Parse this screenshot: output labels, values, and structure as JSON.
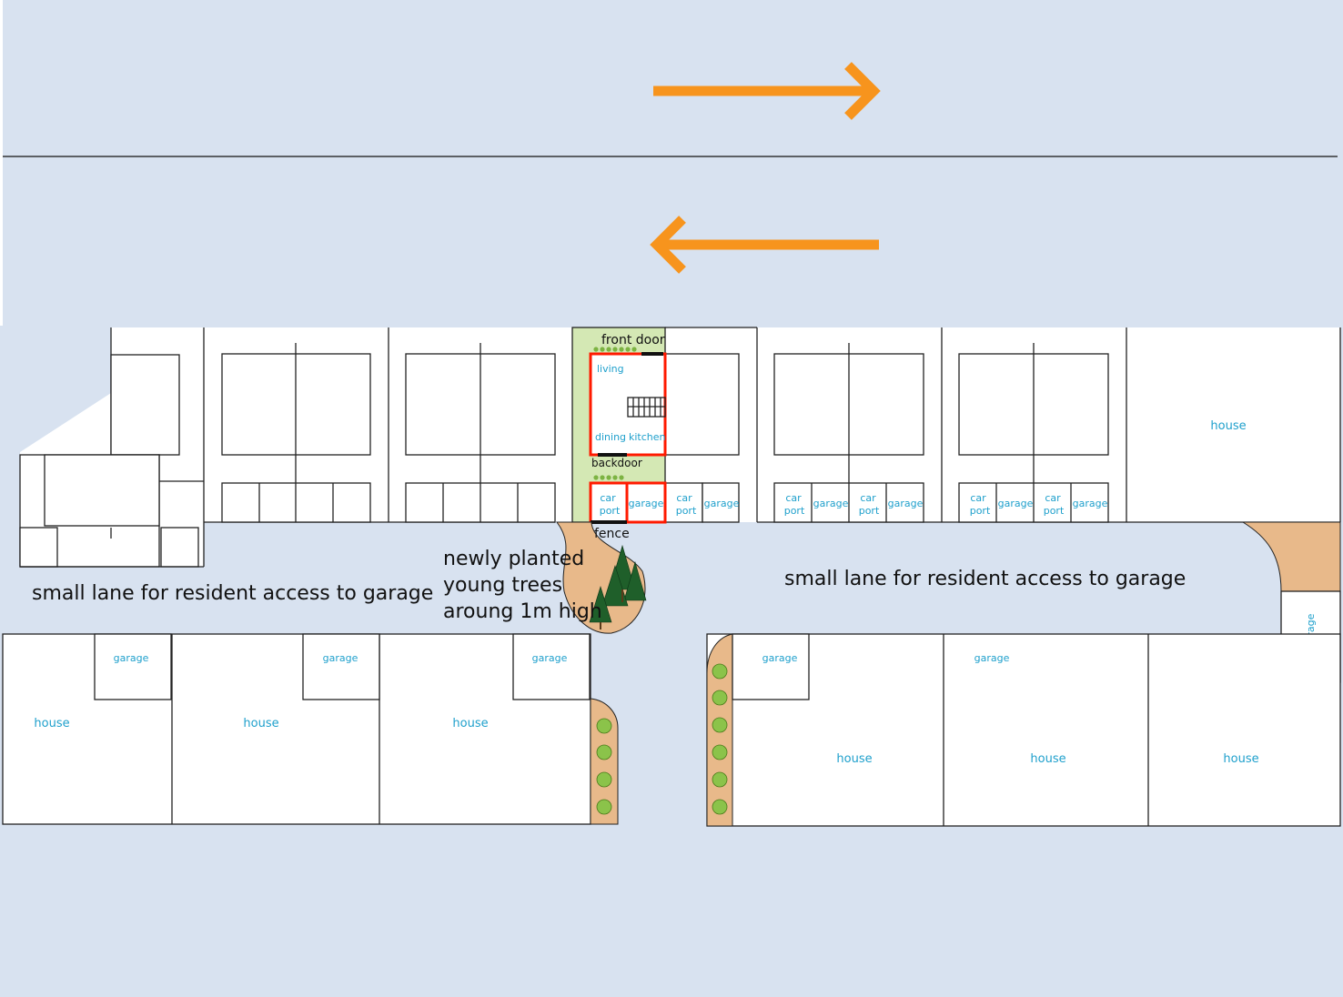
{
  "colors": {
    "road": "#d8e2f0",
    "arrow": "#f7941d",
    "highlight": "#ff1a00",
    "green_lot": "#d4e8b4",
    "sand": "#e8b98a",
    "label": "#1fa0cc"
  },
  "arrows": [
    {
      "direction": "right",
      "icon": "arrow-right-icon"
    },
    {
      "direction": "left",
      "icon": "arrow-left-icon"
    }
  ],
  "highlight_lot": {
    "front_door": "front door",
    "living": "living",
    "dining": "dining",
    "kitchen": "kitchen",
    "backdoor": "backdoor",
    "fence": "fence",
    "car_port": [
      "car",
      "port"
    ],
    "garage": "garage"
  },
  "labels": {
    "house": "house",
    "garage": "garage",
    "car": "car",
    "port": "port"
  },
  "lane_left": "small lane for resident access to garage",
  "lane_right": "small lane for resident access to garage",
  "trees_note": [
    "newly planted",
    "young trees",
    "aroung 1m high"
  ]
}
